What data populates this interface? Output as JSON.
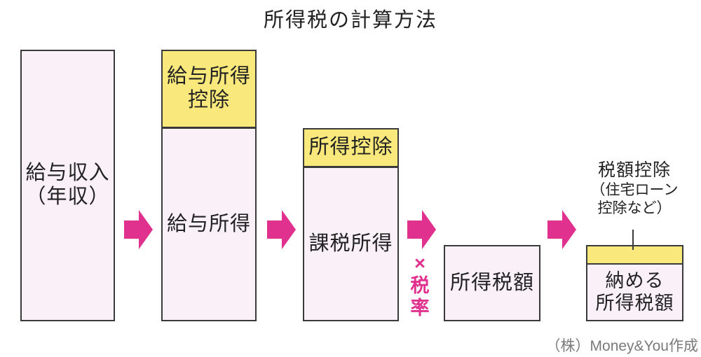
{
  "title": "所得税の計算方法",
  "credit": "（株）Money&You作成",
  "colors": {
    "arrow": "#e0318e",
    "box_pink": "#faf0f8",
    "box_yellow": "#f9e87b",
    "border": "#3a3a3a",
    "text": "#222222",
    "credit_gray": "#7a7a7a"
  },
  "boxes": {
    "gross_salary": {
      "line1": "給与収入",
      "line2": "（年収）"
    },
    "salary_deduction": {
      "line1": "給与所得",
      "line2": "控除"
    },
    "salary_income": {
      "label": "給与所得"
    },
    "income_deduction": {
      "label": "所得控除"
    },
    "taxable_income": {
      "label": "課税所得"
    },
    "income_tax_amount": {
      "label": "所得税額"
    },
    "final_tax_amount": {
      "line1": "納める",
      "line2": "所得税額"
    }
  },
  "multiplier": {
    "char1": "×",
    "char2": "税",
    "char3": "率"
  },
  "tax_credit_note": {
    "line1": "税額控除",
    "line2": "（住宅ローン",
    "line3": "控除など）"
  }
}
